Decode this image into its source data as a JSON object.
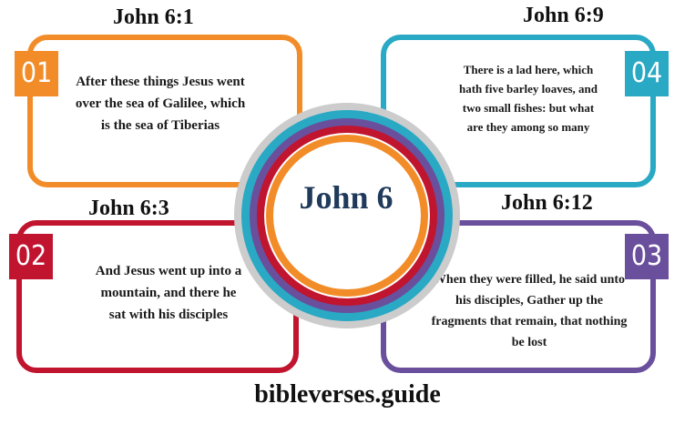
{
  "center": {
    "title": "John 6"
  },
  "cards": [
    {
      "number": "01",
      "reference": "John 6:1",
      "text": "After these things Jesus went over the sea of Galilee, which is the sea of Tiberias",
      "color": "#f28c28"
    },
    {
      "number": "04",
      "reference": "John 6:9",
      "text": "There is a lad here, which hath five barley loaves, and two small fishes: but what are they among so many",
      "color": "#29a9c4"
    },
    {
      "number": "02",
      "reference": "John 6:3",
      "text": "And Jesus went up into a mountain, and there he sat with his disciples",
      "color": "#c0142f"
    },
    {
      "number": "03",
      "reference": "John 6:12",
      "text": "When they were filled, he said unto his disciples, Gather up the fragments that remain, that nothing be lost",
      "color": "#6a4f9c"
    }
  ],
  "ring_colors": [
    "#cccccc",
    "#29a9c4",
    "#6a4f9c",
    "#c0142f",
    "#f28c28"
  ],
  "footer": {
    "site": "bibleverses.guide"
  }
}
